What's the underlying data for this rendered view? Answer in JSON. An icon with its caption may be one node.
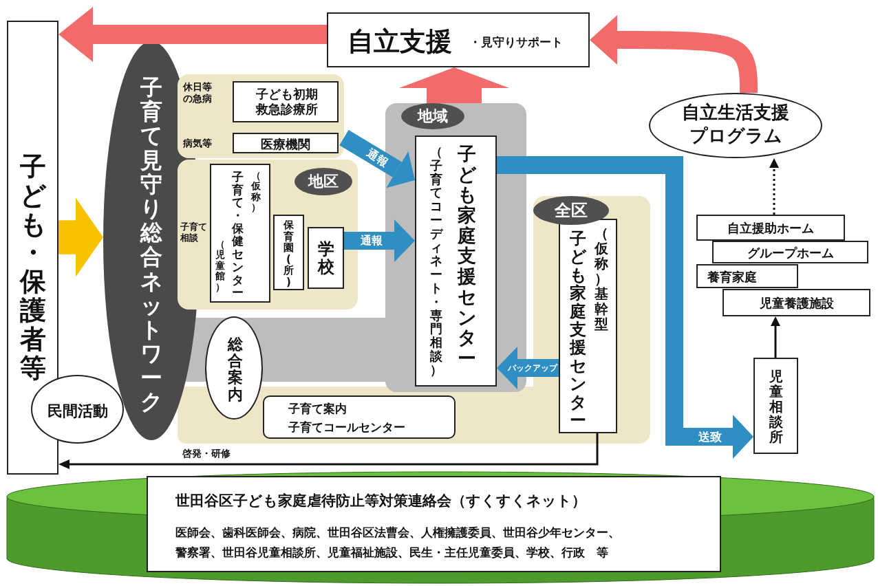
{
  "diagram": {
    "nodes": [
      {
        "text": [
          "子ども・保護者等"
        ]
      },
      {
        "text": [
          "自立支援",
          "・見守りサポート"
        ]
      },
      {
        "text": [
          "子育て見守り総合ネットワーク"
        ]
      },
      {
        "text": [
          "休日等の急病",
          "病気等"
        ]
      },
      {
        "text": [
          "子ども初期救急診療所"
        ],
        "in": 3
      },
      {
        "text": [
          "医療機関"
        ],
        "in": 3
      },
      {
        "text": [
          "地区"
        ]
      },
      {
        "text": [
          "（児童館）",
          "子育て・保健センター",
          "（仮称）"
        ],
        "in": 6
      },
      {
        "text": [
          "保育園(所)"
        ],
        "in": 6
      },
      {
        "text": [
          "学校"
        ],
        "in": 6
      },
      {
        "text": [
          "地域"
        ]
      },
      {
        "text": [
          "（子育てコーディネート・専門相談）",
          "子ども家庭支援センター"
        ],
        "in": 10
      },
      {
        "text": [
          "総合案内"
        ]
      },
      {
        "text": [
          "全区"
        ]
      },
      {
        "text": [
          "子ども家庭支援センター",
          "（仮称）基幹型"
        ],
        "in": 13
      },
      {
        "text": [
          "子育て案内",
          "子育てコールセンター"
        ]
      },
      {
        "text": [
          "民間活動"
        ]
      },
      {
        "text": [
          "自立生活支援プログラム"
        ]
      },
      {
        "text": [
          "自立援助ホーム"
        ]
      },
      {
        "text": [
          "グループホーム"
        ]
      },
      {
        "text": [
          "養育家庭"
        ]
      },
      {
        "text": [
          "児童養護施設"
        ]
      },
      {
        "text": [
          "児童相談所"
        ]
      },
      {
        "text": [
          "世田谷区子ども家庭虐待防止等対策連絡会（すくすくネット）",
          "医師会、歯科医師会、病院、世田谷区法曹会、人権擁護委員、世田谷少年センター、警察署、世田谷児童相談所、児童福祉施設、民生・主任児童委員、学校、行政　等"
        ]
      }
    ],
    "edges": [
      {
        "from": 1,
        "to": 0,
        "arrow": "to",
        "color": "#f26b6b"
      },
      {
        "from": 17,
        "to": 1,
        "arrow": "to",
        "color": "#f26b6b"
      },
      {
        "from": 10,
        "to": 1,
        "arrow": "to",
        "style": "thick",
        "color": "#f26b6b"
      },
      {
        "from": 0,
        "to": 2,
        "arrow": "to",
        "style": "thick",
        "color": "#f7c300"
      },
      {
        "from": 3,
        "to": 11,
        "arrow": "to",
        "label": "通報"
      },
      {
        "from": 9,
        "to": 11,
        "arrow": "to",
        "label": "通報"
      },
      {
        "from": 14,
        "to": 11,
        "arrow": "to",
        "label": "バックアップ"
      },
      {
        "from": 11,
        "to": 22,
        "arrow": "to",
        "label": "送致"
      },
      {
        "from": 18,
        "to": 17,
        "arrow": "to",
        "style": "dashed",
        "color": "#111111"
      },
      {
        "from": 22,
        "to": 21,
        "arrow": "to",
        "color": "#111111"
      },
      {
        "from": 14,
        "to": 0,
        "arrow": "to",
        "label": "啓発・研修",
        "color": "#111111"
      }
    ],
    "labels": [
      "子育て相談"
    ]
  }
}
